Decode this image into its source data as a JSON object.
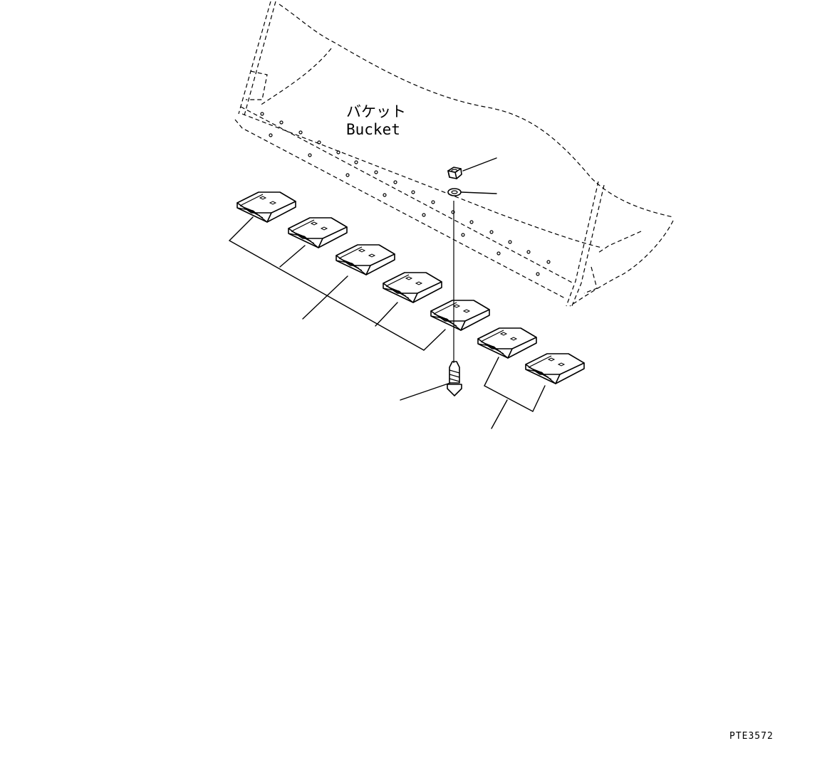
{
  "bucket_label": {
    "jp": "バケット",
    "en": "Bucket"
  },
  "drawing_code": "PTE3572",
  "parts": {
    "wear_plate_count": 7,
    "wear_plate_group_a_count": 5,
    "wear_plate_group_b_count": 2,
    "fasteners": [
      "nut-icon",
      "washer-icon",
      "bolt-icon"
    ]
  },
  "colors": {
    "line": "#000000",
    "background": "#ffffff"
  }
}
